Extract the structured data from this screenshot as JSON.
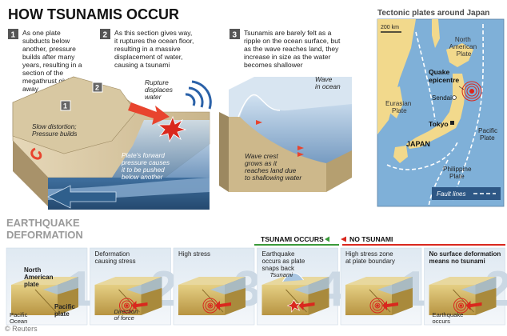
{
  "title": "HOW TSUNAMIS OCCUR",
  "steps": [
    {
      "num": "1",
      "lines": [
        "As one plate",
        "subducts below",
        "another, pressure",
        "builds after many",
        "years, resulting in a",
        "section of the",
        "megathrust giving",
        "away"
      ]
    },
    {
      "num": "2",
      "lines": [
        "As this section gives way,",
        "it ruptures the ocean floor,",
        "resulting in a massive",
        "displacement of water,",
        "causing a tsunami"
      ]
    },
    {
      "num": "3",
      "lines": [
        "Tsunamis are barely felt as a",
        "ripple on the ocean surface, but",
        "as the wave reaches land, they",
        "increase in size as the water",
        "becomes shallower"
      ]
    }
  ],
  "main_labels": {
    "rupture": [
      "Rupture",
      "displaces",
      "water"
    ],
    "slow": [
      "Slow distortion;",
      "Pressure builds"
    ],
    "forward": [
      "Plate's forward",
      "pressure causes",
      "it to be pushed",
      "below another"
    ],
    "wave_ocean": [
      "Wave",
      "in ocean"
    ],
    "wave_crest": [
      "Wave crest",
      "grows as it",
      "reaches land due",
      "to shallowing water"
    ]
  },
  "map": {
    "title": "Tectonic plates around Japan",
    "scale": "200 km",
    "labels": {
      "na_plate": [
        "North",
        "American",
        "Plate"
      ],
      "eurasian": [
        "Eurasian",
        "Plate"
      ],
      "pacific": [
        "Pacific",
        "Plate"
      ],
      "philippine": [
        "Philippine",
        "Plate"
      ],
      "quake": [
        "Quake",
        "epicentre"
      ],
      "sendai": "Sendai",
      "tokyo": "Tokyo",
      "japan": "JAPAN"
    },
    "legend": "Fault lines"
  },
  "deformation": {
    "title": [
      "EARTHQUAKE",
      "DEFORMATION"
    ],
    "tsunami_occurs": "TSUNAMI OCCURS",
    "no_tsunami": "NO TSUNAMI",
    "panels": [
      {
        "num": "1",
        "caption": [],
        "labels": {
          "na": [
            "North",
            "American",
            "plate"
          ],
          "pacific_ocean": [
            "Pacific",
            "Ocean"
          ],
          "pacific_plate": [
            "Pacific",
            "plate"
          ]
        }
      },
      {
        "num": "2",
        "caption": [
          "Deformation",
          "causing stress"
        ],
        "labels": {
          "direction": [
            "Direction",
            "of force"
          ]
        }
      },
      {
        "num": "3",
        "caption": [
          "High stress"
        ],
        "labels": {}
      },
      {
        "num": "4",
        "caption": [
          "Earthquake",
          "occurs as plate",
          "snaps back"
        ],
        "labels": {
          "tsunami": "Tsunami"
        }
      },
      {
        "num": "1",
        "caption": [
          "High stress zone",
          "at plate boundary"
        ],
        "labels": {}
      },
      {
        "num": "2",
        "caption": [
          "No surface deformation",
          "means no tsunami"
        ],
        "labels": {
          "eq": [
            "Earthquake",
            "occurs"
          ]
        }
      }
    ]
  },
  "credit": "© Reuters",
  "colors": {
    "blue": "#5b8fc4",
    "sand": "#d9c9a6",
    "plate": "#c9b27c",
    "red": "#d9281e",
    "green": "#3a9a3a",
    "sea": "#a9c6e2"
  }
}
